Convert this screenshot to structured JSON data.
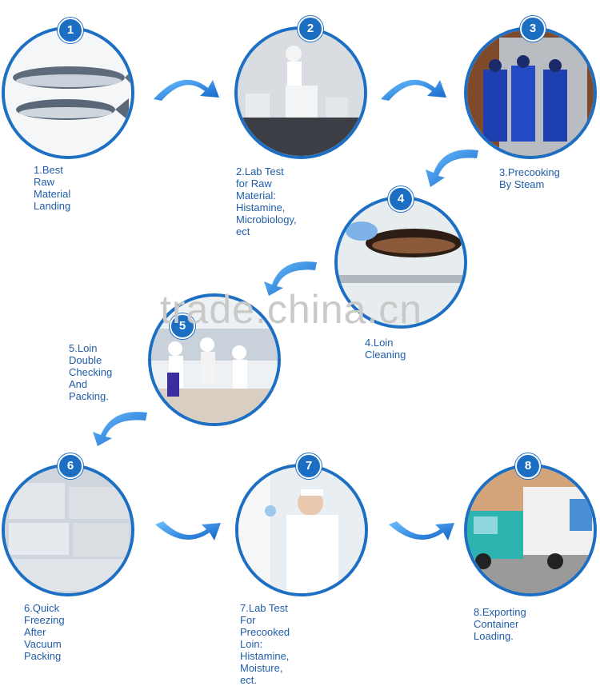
{
  "steps": [
    {
      "number": "1",
      "label": "1.Best Raw\nMaterial Landing"
    },
    {
      "number": "2",
      "label": "2.Lab Test for Raw Material:\nHistamine, Microbiology, ect"
    },
    {
      "number": "3",
      "label": "3.Precooking\nBy Steam"
    },
    {
      "number": "4",
      "label": "4.Loin Cleaning"
    },
    {
      "number": "5",
      "label": "5.Loin Double\nChecking\nAnd Packing."
    },
    {
      "number": "6",
      "label": "6.Quick Freezing\nAfter Vacuum Packing"
    },
    {
      "number": "7",
      "label": "7.Lab Test For Precooked\nLoin: Histamine,\nMoisture, ect."
    },
    {
      "number": "8",
      "label": "8.Exporting Container\nLoading."
    }
  ],
  "watermark": "trade.china.cn",
  "colors": {
    "accent": "#1b6ec2",
    "label": "#1f5ea8",
    "arrow": "#2b8be0"
  }
}
